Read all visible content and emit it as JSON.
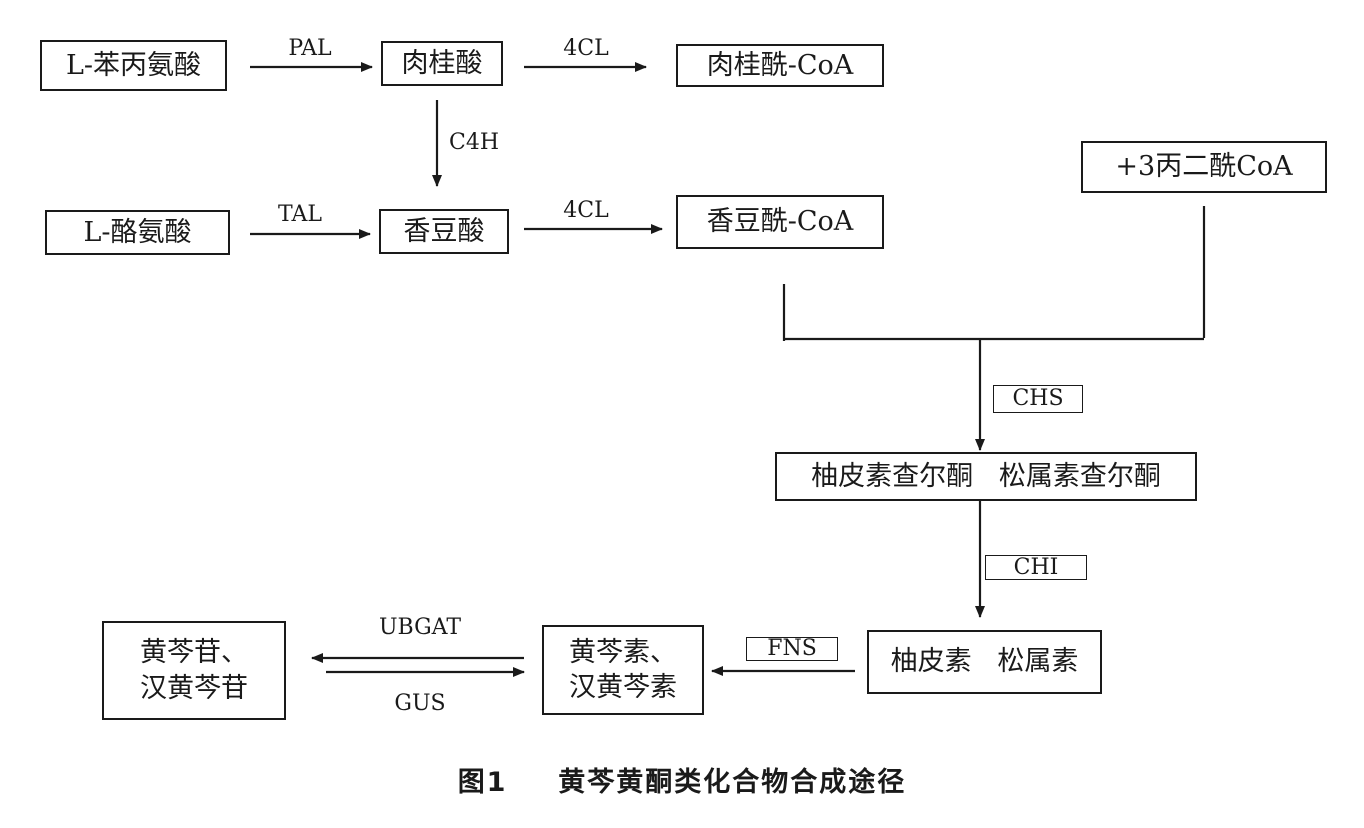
{
  "nodes": {
    "phenylalanine": "L-苯丙氨酸",
    "cinnamic_acid": "肉桂酸",
    "cinnamoyl_coa": "肉桂酰-CoA",
    "malonyl_coa": "+3丙二酰CoA",
    "tyrosine": "L-酪氨酸",
    "coumaric_acid": "香豆酸",
    "coumaroyl_coa": "香豆酰-CoA",
    "chalcones": "柚皮素查尔酮   松属素查尔酮",
    "flavanones": "柚皮素   松属素",
    "baicalein_line1": "黄芩素、",
    "baicalein_line2": "汉黄芩素",
    "baicalin_line1": "黄芩苷、",
    "baicalin_line2": "汉黄芩苷"
  },
  "enzymes": {
    "pal": "PAL",
    "c4h": "C4H",
    "tal": "TAL",
    "fourcl_top": "4CL",
    "fourcl_mid": "4CL",
    "chs": "CHS",
    "chi": "CHI",
    "fns": "FNS",
    "ubgat": "UBGAT",
    "gus": "GUS"
  },
  "caption": {
    "label": "图1",
    "text": "黄芩黄酮类化合物合成途径"
  }
}
